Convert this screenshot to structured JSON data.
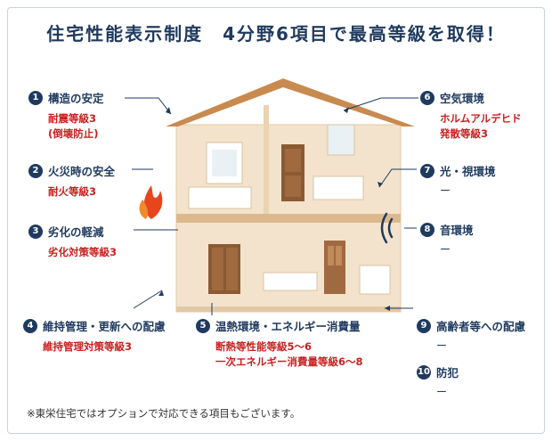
{
  "title": "住宅性能表示制度　4分野6項目で最高等級を取得！",
  "items": [
    {
      "num": "1",
      "label": "構造の安定",
      "details": [
        "耐震等級3",
        "(倒壊防止)"
      ]
    },
    {
      "num": "2",
      "label": "火災時の安全",
      "details": [
        "耐火等級3"
      ]
    },
    {
      "num": "3",
      "label": "劣化の軽減",
      "details": [
        "劣化対策等級3"
      ]
    },
    {
      "num": "4",
      "label": "維持管理・更新への配慮",
      "details": [
        "維持管理対策等級3"
      ]
    },
    {
      "num": "5",
      "label": "温熱環境・エネルギー消費量",
      "details": [
        "断熱等性能等級5〜6",
        "一次エネルギー消費量等級6〜8"
      ]
    },
    {
      "num": "6",
      "label": "空気環境",
      "details": [
        "ホルムアルデヒド",
        "発散等級3"
      ]
    },
    {
      "num": "7",
      "label": "光・視環境",
      "dash": "ー"
    },
    {
      "num": "8",
      "label": "音環境",
      "dash": "ー"
    },
    {
      "num": "9",
      "label": "高齢者等への配慮",
      "dash": "ー"
    },
    {
      "num": "10",
      "label": "防犯",
      "dash": "ー"
    }
  ],
  "note": "※東栄住宅ではオプションで対応できる項目もございます。",
  "colors": {
    "navy": "#1f3a5f",
    "red": "#c8201e",
    "wall": "#f3e3cc",
    "roof": "#c98a4f"
  }
}
